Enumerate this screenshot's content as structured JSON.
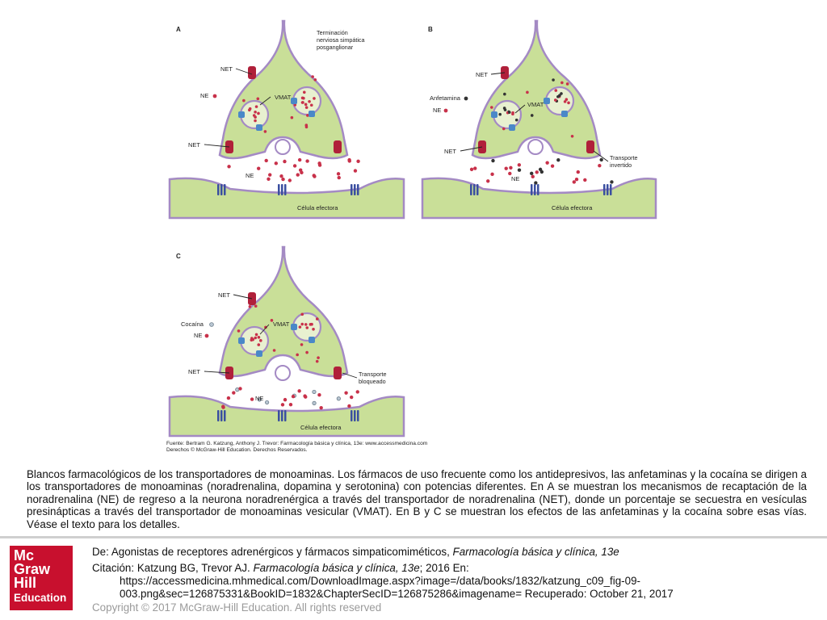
{
  "figure": {
    "panel_a": {
      "letter": "A",
      "terminal_label_1": "Terminación",
      "terminal_label_2": "nerviosa simpática",
      "terminal_label_3": "posganglionar",
      "net_top": "NET",
      "net_left": "NET",
      "vmat": "VMAT",
      "ne_legend": "NE",
      "ne_cleft": "NE",
      "effector": "Célula efectora"
    },
    "panel_b": {
      "letter": "B",
      "net_top": "NET",
      "net_left": "NET",
      "vmat": "VMAT",
      "amph_legend": "Anfetamina",
      "ne_legend": "NE",
      "ne_cleft": "NE",
      "reverse_1": "Transporte",
      "reverse_2": "invertido",
      "effector": "Célula efectora"
    },
    "panel_c": {
      "letter": "C",
      "net_top": "NET",
      "net_left": "NET",
      "vmat": "VMAT",
      "cocaine_legend": "Cocaína",
      "ne_legend": "NE",
      "ne_cleft": "NE",
      "blocked_1": "Transporte",
      "blocked_2": "bloqueado",
      "effector": "Célula efectora"
    },
    "source_line_1": "Fuente: Bertram G. Katzung, Anthony J. Trevor: Farmacología básica y clínica, 13e: www.accessmedicina.com",
    "source_line_2": "Derechos © McGraw-Hill Education. Derechos Reservados.",
    "colors": {
      "cell": "#c9df98",
      "membrane": "#a48ac4",
      "ne_dot": "#c8314a",
      "net": "#b0203a",
      "vmat": "#4a88c8"
    }
  },
  "caption": "Blancos farmacológicos de los transportadores de monoaminas. Los fármacos de uso frecuente como los antidepresivos, las anfetaminas y la cocaína se dirigen a los transportadores de monoaminas (noradrenalina, dopamina y serotonina) con potencias diferentes. En A se muestran los mecanismos de recaptación de la noradrenalina (NE) de regreso a la neurona noradrenérgica a través del transportador de noradrenalina (NET), donde un porcentaje se secuestra en vesículas presinápticas a través del transportador de monoaminas vesicular (VMAT). En B y C se muestran los efectos de las anfetaminas y la cocaína sobre esas vías. Véase el texto para los detalles.",
  "footer": {
    "logo_line_1": "Mc",
    "logo_line_2": "Graw",
    "logo_line_3": "Hill",
    "logo_line_4": "Education",
    "from_prefix": "De: Agonistas de receptores adrenérgicos y fármacos simpaticomiméticos, ",
    "from_book": "Farmacología básica y clínica, 13e",
    "citation_prefix": "Citación: Katzung BG, Trevor AJ. ",
    "citation_book": "Farmacología básica y clínica, 13e",
    "citation_suffix": "; 2016 En:",
    "url_line_1": "https://accessmedicina.mhmedical.com/DownloadImage.aspx?image=/data/books/1832/katzung_c09_fig-09-",
    "url_line_2": "003.png&sec=126875331&BookID=1832&ChapterSecID=126875286&imagename= Recuperado: October 21, 2017",
    "copyright": "Copyright © 2017 McGraw-Hill Education. All rights reserved"
  }
}
